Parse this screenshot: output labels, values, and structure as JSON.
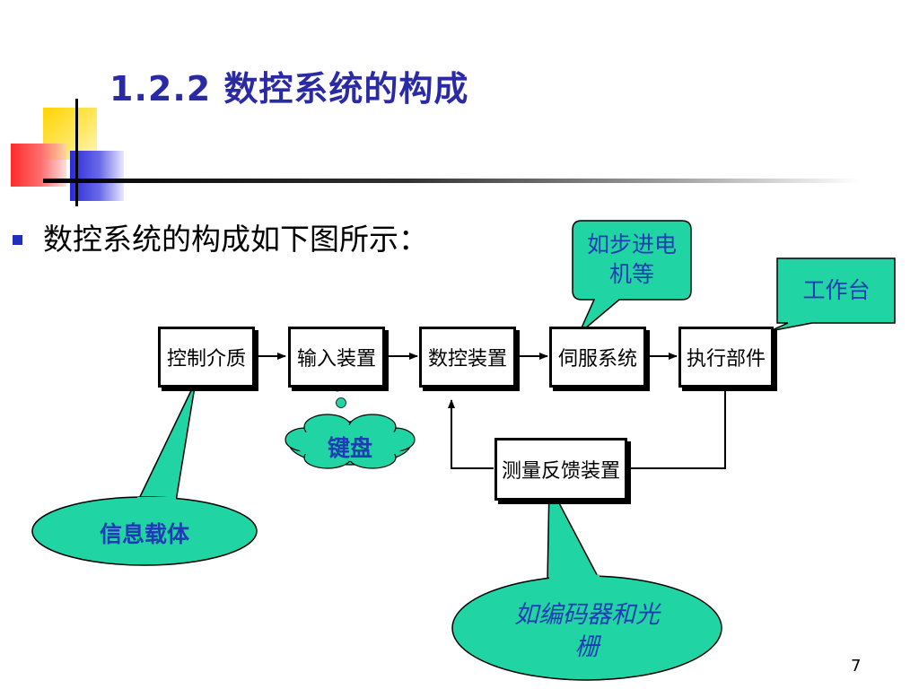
{
  "slide": {
    "title": "1.2.2 数控系统的构成",
    "bullet": "数控系统的构成如下图所示：",
    "page_number": "7"
  },
  "diagram": {
    "boxes": {
      "control_medium": "控制介质",
      "input_device": "输入装置",
      "nc_device": "数控装置",
      "servo_system": "伺服系统",
      "actuator": "执行部件",
      "feedback_device": "测量反馈装置"
    },
    "callouts": {
      "stepper_motor": "如步进电机等",
      "worktable": "工作台",
      "keyboard": "键盘",
      "info_carrier": "信息载体",
      "encoder_grating": "如编码器和光栅"
    }
  },
  "colors": {
    "title": "#2a2aa6",
    "callout_fill": "#21d4a4",
    "callout_text": "#1e3cb4",
    "bullet": "#1f2fb8"
  }
}
